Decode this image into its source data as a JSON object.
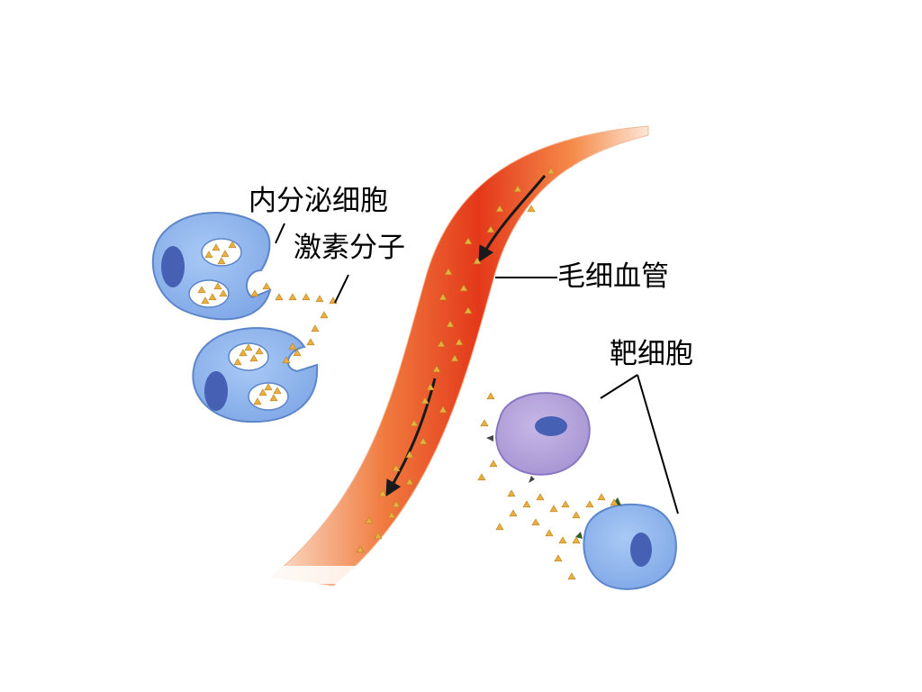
{
  "labels": {
    "endocrine_cell": "内分泌细胞",
    "hormone_molecule": "激素分子",
    "capillary": "毛细血管",
    "target_cell": "靶细胞"
  },
  "colors": {
    "cell_fill": "#8fb7ee",
    "cell_edge": "#5d86c9",
    "nucleus": "#4660b4",
    "target_purple": "#b5a3db",
    "vessel_core": "#e8431c",
    "vessel_edge": "#f6c6a8",
    "hormone": "#e9b041",
    "arrow": "#1a1a1a"
  },
  "icons": [
    "hormone-dot",
    "flow-arrow",
    "receptor-icon"
  ]
}
